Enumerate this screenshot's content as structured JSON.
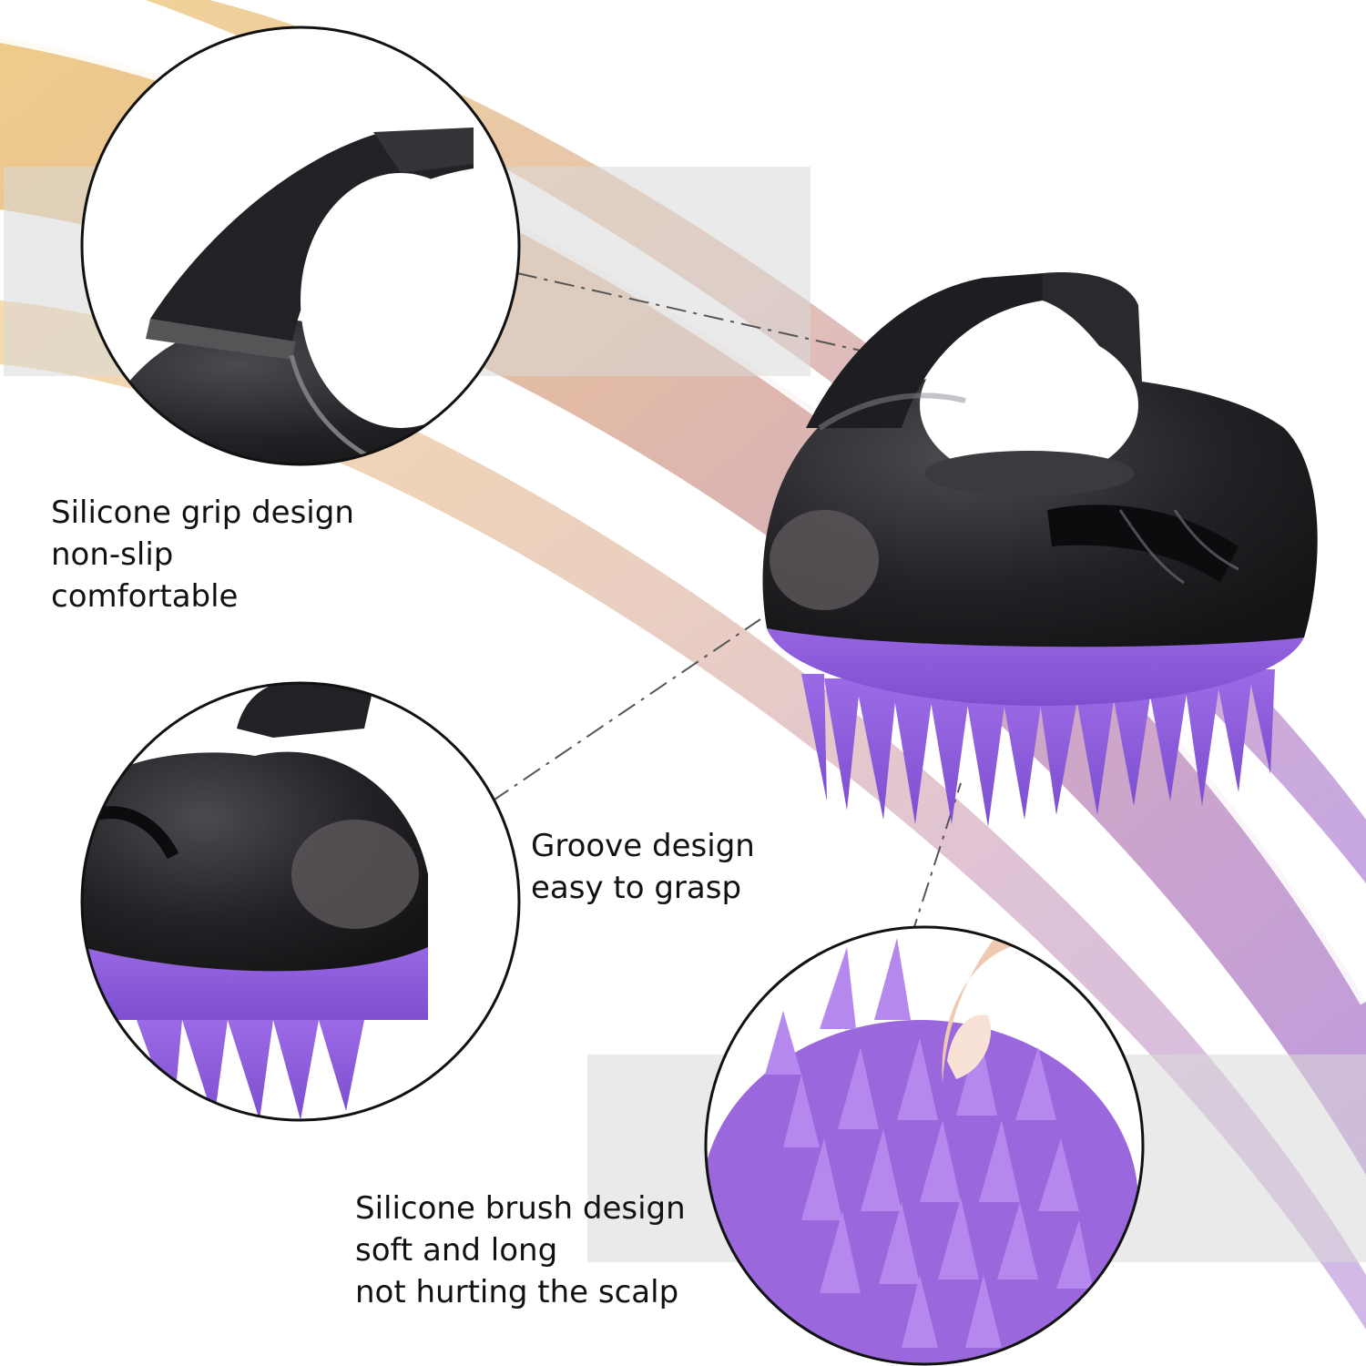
{
  "features": [
    {
      "id": "grip",
      "lines": [
        "Silicone grip design",
        "non-slip",
        "comfortable"
      ]
    },
    {
      "id": "groove",
      "lines": [
        "Groove design",
        "easy to grasp"
      ]
    },
    {
      "id": "brush",
      "lines": [
        "Silicone brush design",
        "soft and long",
        "not hurting the scalp"
      ]
    }
  ],
  "colors": {
    "background": "#ffffff",
    "brush_body": "#1c1c1f",
    "bristles": "#8a5ad8",
    "band_gold": "#e9c07a",
    "band_purple": "#b689d6"
  }
}
